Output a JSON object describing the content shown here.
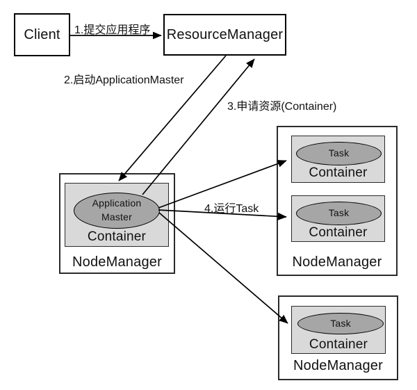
{
  "diagram_type": "yarn-architecture-flow",
  "nodes": {
    "client": {
      "label": "Client"
    },
    "resource_manager": {
      "label": "ResourceManager"
    },
    "nm_left": {
      "label": "NodeManager",
      "container": {
        "label": "Container",
        "ellipse": {
          "line1": "Application",
          "line2": "Master"
        }
      }
    },
    "nm_right": {
      "label": "NodeManager",
      "containers": [
        {
          "label": "Container",
          "task": "Task"
        },
        {
          "label": "Container",
          "task": "Task"
        }
      ]
    },
    "nm_bottom": {
      "label": "NodeManager",
      "containers": [
        {
          "label": "Container",
          "task": "Task"
        }
      ]
    }
  },
  "edges": {
    "e1": {
      "label": "1.提交应用程序",
      "from": "Client",
      "to": "ResourceManager"
    },
    "e2": {
      "label": "2.启动ApplicationMaster",
      "from": "ResourceManager",
      "to": "Container(ApplicationMaster)"
    },
    "e3": {
      "label": "3.申请资源(Container)",
      "from": "ApplicationMaster",
      "to": "ResourceManager"
    },
    "e4": {
      "label": "4.运行Task",
      "from": "ApplicationMaster",
      "to": "Task Containers"
    }
  },
  "colors": {
    "node_fill": "#ffffff",
    "container_fill": "#d9d9d9",
    "ellipse_fill": "#a6a6a6",
    "line_color": "#000000"
  }
}
